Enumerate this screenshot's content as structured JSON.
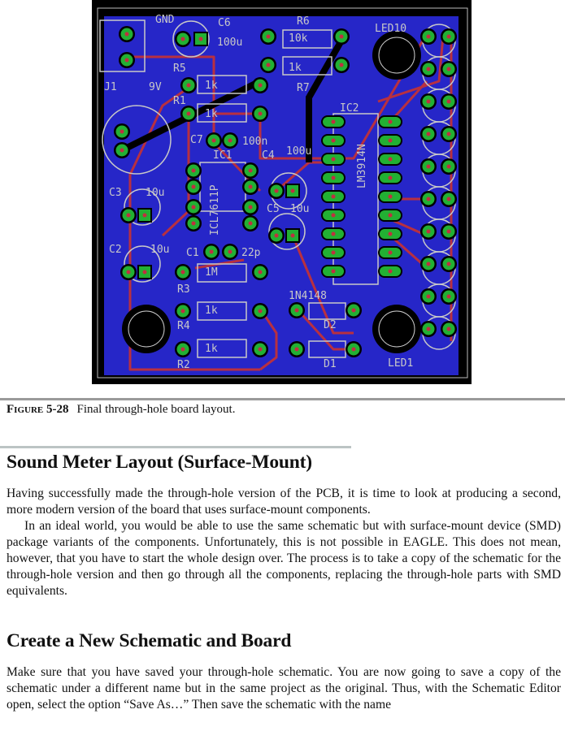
{
  "figure": {
    "pcb_labels": {
      "gnd": "GND",
      "c6": "C6",
      "c6_val": "100u",
      "r6": "R6",
      "r6_val": "10k",
      "led10": "LED10",
      "r7_val": "1k",
      "r7": "R7",
      "j1": "J1",
      "v9": "9V",
      "r5": "R5",
      "r5_val": "1k",
      "r1": "R1",
      "r1_val": "1k",
      "ic2": "IC2",
      "lm3914n": "LM3914N",
      "c7": "C7",
      "c7_val": "100n",
      "ic1": "IC1",
      "c4": "C4",
      "c4_val": "100u",
      "c3": "C3",
      "c3_val": "10u",
      "icl7611p": "ICL7611P",
      "c5": "C5",
      "c5_val": "10u",
      "c2": "C2",
      "c2_val": "10u",
      "c1": "C1",
      "c1_val": "22p",
      "r3_val": "1M",
      "r3": "R3",
      "r4_val": "1k",
      "r4": "R4",
      "r2_val": "1k",
      "r2": "R2",
      "d_part": "1N4148",
      "d2": "D2",
      "d1": "D1",
      "led1": "LED1"
    },
    "caption_label": "Figure 5-28",
    "caption_text": "Final through-hole board layout."
  },
  "section1": {
    "heading": "Sound Meter Layout (Surface-Mount)",
    "p1": "Having successfully made the through-hole version of the PCB, it is time to look at producing a second, more modern version of the board that uses surface-mount components.",
    "p2": "In an ideal world, you would be able to use the same schematic but with surface-mount device (SMD) package variants of the components. Unfortunately, this is not possible in EAGLE. This does not mean, however, that you have to start the whole design over. The process is to take a copy of the schematic for the through-hole version and then go through all the components, replacing the through-hole parts with SMD equivalents."
  },
  "section2": {
    "heading": "Create a New Schematic and Board",
    "p1": "Make sure that you have saved your through-hole schematic. You are now going to save a copy of the schematic under a different name but in the same project as the original. Thus, with the Schematic Editor open, select the option “Save As…” Then save the schematic with the name"
  }
}
